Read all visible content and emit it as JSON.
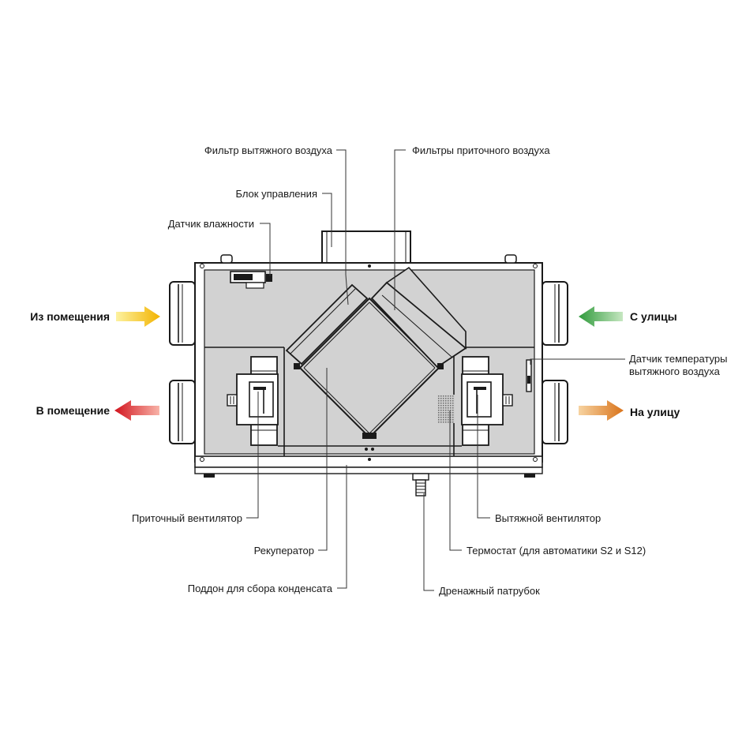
{
  "flows": {
    "from_room": "Из помещения",
    "to_room": "В помещение",
    "from_street": "С улицы",
    "to_street": "На улицу"
  },
  "labels": {
    "exhaust_filter": "Фильтр вытяжного воздуха",
    "supply_filters": "Фильтры приточного воздуха",
    "control_unit": "Блок управления",
    "humidity_sensor": "Датчик влажности",
    "exhaust_temp_sensor_line1": "Датчик температуры",
    "exhaust_temp_sensor_line2": "вытяжного воздуха",
    "supply_fan": "Приточный вентилятор",
    "exhaust_fan": "Вытяжной вентилятор",
    "recuperator": "Рекуператор",
    "thermostat": "Термостат (для автоматики S2 и S12)",
    "condensate_tray": "Поддон для сбора конденсата",
    "drain_pipe": "Дренажный патрубок"
  },
  "colors": {
    "housing_fill": "#d2d2d2",
    "from_room_arrow": [
      "#fdf2a0",
      "#f2b300"
    ],
    "to_room_arrow": [
      "#f8b3a8",
      "#d2141e"
    ],
    "from_street_arrow": [
      "#2f9a3b",
      "#c6e7c1"
    ],
    "to_street_arrow": [
      "#f7d3a1",
      "#d9731a"
    ]
  }
}
